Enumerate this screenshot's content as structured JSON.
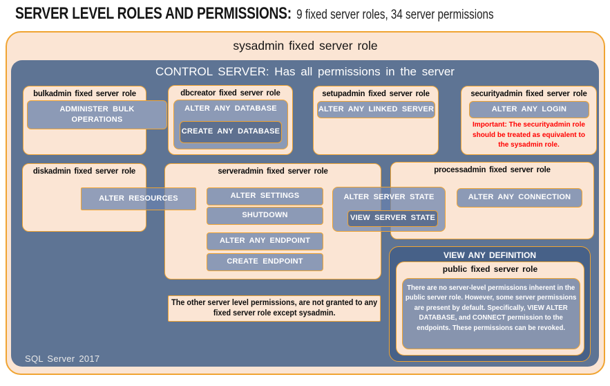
{
  "header": {
    "title_main": "SERVER LEVEL ROLES AND PERMISSIONS:",
    "title_sub": "9 fixed server roles, 34 server permissions"
  },
  "sysadmin_box": {
    "title": "sysadmin fixed server role",
    "footer": "SQL Server 2017"
  },
  "control_box": {
    "title": "CONTROL SERVER: Has all permissions in the server"
  },
  "roles": {
    "bulkadmin": {
      "title": "bulkadmin fixed server role",
      "permission": "ADMINISTER BULK OPERATIONS"
    },
    "dbcreator": {
      "title": "dbcreator fixed server role",
      "outer_permission": "ALTER ANY DATABASE",
      "inner_permission": "CREATE ANY DATABASE"
    },
    "setupadmin": {
      "title": "setupadmin fixed server role",
      "permission": "ALTER ANY LINKED SERVER"
    },
    "securityadmin": {
      "title": "securityadmin fixed server role",
      "permission": "ALTER ANY LOGIN",
      "warning": "Important: The securityadmin role should be treated as equivalent to the sysadmin role."
    },
    "diskadmin": {
      "title": "diskadmin fixed server role",
      "permission": "ALTER RESOURCES"
    },
    "serveradmin": {
      "title": "serveradmin fixed server role",
      "permissions": [
        "ALTER SETTINGS",
        "SHUTDOWN",
        "ALTER ANY ENDPOINT",
        "CREATE ENDPOINT"
      ],
      "outer_permission": "ALTER SERVER STATE",
      "inner_permission": "VIEW SERVER STATE"
    },
    "processadmin": {
      "title": "processadmin fixed server role",
      "permission": "ALTER ANY CONNECTION"
    },
    "public": {
      "container_permission": "VIEW ANY DEFINITION",
      "title": "public fixed server role",
      "note": "There are no server-level permissions inherent in the public server role. However, some server permissions are present by default. Specifically, VIEW ALTER DATABASE, and CONNECT permission to the endpoints. These permissions can be revoked."
    }
  },
  "notes": {
    "other_permissions": "The other server level permissions, are not granted to any fixed server role except sysadmin."
  },
  "colors": {
    "accent_border": "#F0A432",
    "peach_fill": "#FBE5D4",
    "control_fill": "#5E7494",
    "permission_fill": "#8C9AB6",
    "dark_permission_fill": "#5A6C8C",
    "definition_fill": "#476188",
    "public_note_fill": "#8794AE",
    "warning_text": "#FF0000"
  }
}
